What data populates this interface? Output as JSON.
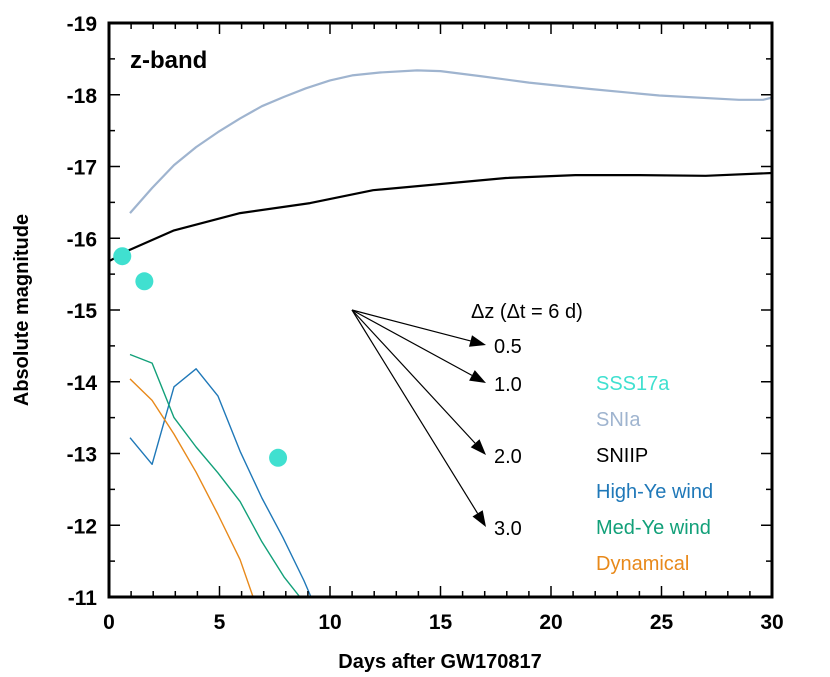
{
  "chart_data": {
    "type": "line",
    "title": "",
    "panel_label": "z-band",
    "xlabel": "Days after GW170817",
    "ylabel": "Absolute magnitude",
    "xlim": [
      0,
      30
    ],
    "ylim": [
      -11,
      -19
    ],
    "y_inverted": true,
    "grid": false,
    "x_ticks": [
      0,
      5,
      10,
      15,
      20,
      25,
      30
    ],
    "x_tick_labels": [
      "0",
      "5",
      "10",
      "15",
      "20",
      "25",
      "30"
    ],
    "y_ticks": [
      -19,
      -18,
      -17,
      -16,
      -15,
      -14,
      -13,
      -12,
      -11
    ],
    "y_tick_labels": [
      "-19",
      "-18",
      "-17",
      "-16",
      "-15",
      "-14",
      "-13",
      "-12",
      "-11"
    ],
    "legend_position": "lower right (inside)",
    "series": [
      {
        "name": "SSS17a",
        "kind": "scatter",
        "color": "#40e0d0",
        "x": [
          0.6,
          1.6,
          7.65
        ],
        "y": [
          -15.75,
          -15.4,
          -12.94
        ]
      },
      {
        "name": "SNIa",
        "kind": "line",
        "color": "#9fb4cf",
        "x": [
          0.95,
          1.95,
          2.94,
          3.94,
          4.93,
          5.93,
          6.92,
          7.92,
          8.91,
          10.0,
          11.0,
          12.26,
          13.94,
          15.0,
          16.8,
          19.0,
          21.78,
          24.9,
          28.5,
          29.6,
          30.0
        ],
        "y": [
          -16.35,
          -16.7,
          -17.02,
          -17.27,
          -17.48,
          -17.67,
          -17.84,
          -17.97,
          -18.09,
          -18.2,
          -18.27,
          -18.31,
          -18.34,
          -18.33,
          -18.26,
          -18.17,
          -18.08,
          -17.99,
          -17.93,
          -17.93,
          -17.96
        ]
      },
      {
        "name": "SNIIP",
        "kind": "line",
        "color": "#000000",
        "x": [
          0,
          0.95,
          2.94,
          5.93,
          9.1,
          11.95,
          17.96,
          21.1,
          24.0,
          27.0,
          30.0
        ],
        "y": [
          -15.68,
          -15.84,
          -16.11,
          -16.35,
          -16.49,
          -16.67,
          -16.84,
          -16.88,
          -16.88,
          -16.87,
          -16.91
        ]
      },
      {
        "name": "High-Ye wind",
        "kind": "line",
        "color": "#1f78b8",
        "x": [
          0.95,
          1.95,
          2.94,
          3.94,
          4.93,
          5.93,
          6.92,
          7.87,
          8.82,
          9.14
        ],
        "y": [
          -13.22,
          -12.85,
          -13.93,
          -14.18,
          -13.8,
          -13.03,
          -12.38,
          -11.83,
          -11.23,
          -11.0
        ]
      },
      {
        "name": "Med-Ye wind",
        "kind": "line",
        "color": "#12a079",
        "x": [
          0.95,
          1.95,
          2.94,
          3.94,
          4.93,
          5.93,
          6.92,
          7.92,
          8.64
        ],
        "y": [
          -14.38,
          -14.26,
          -13.5,
          -13.09,
          -12.73,
          -12.33,
          -11.77,
          -11.28,
          -11.0
        ]
      },
      {
        "name": "Dynamical",
        "kind": "line",
        "color": "#e8891a",
        "x": [
          0.95,
          1.95,
          2.94,
          3.94,
          4.93,
          5.93,
          6.52
        ],
        "y": [
          -14.04,
          -13.74,
          -13.27,
          -12.74,
          -12.15,
          -11.52,
          -11.0
        ]
      }
    ],
    "annotation": {
      "title": "Δz (Δt = 6 d)",
      "origin": {
        "x": 11.0,
        "y": -15.0
      },
      "arrows": [
        {
          "label": "0.5",
          "dz": 0.5
        },
        {
          "label": "1.0",
          "dz": 1.0
        },
        {
          "label": "2.0",
          "dz": 2.0
        },
        {
          "label": "3.0",
          "dz": 3.0
        }
      ]
    }
  }
}
